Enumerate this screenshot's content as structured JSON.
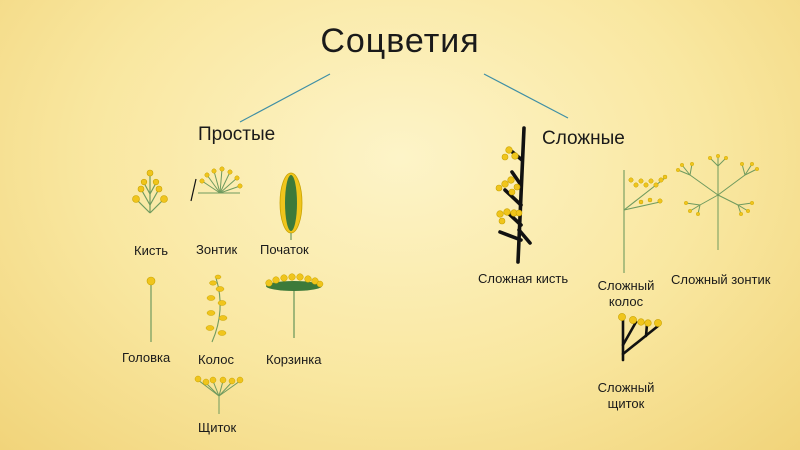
{
  "title": "Соцветия",
  "groups": {
    "simple": {
      "label": "Простые",
      "items": [
        "Кисть",
        "Зонтик",
        "Початок",
        "Головка",
        "Колос",
        "Корзинка",
        "Щиток"
      ]
    },
    "complex": {
      "label": "Сложные",
      "items": [
        "Сложная кисть",
        "Сложный колос",
        "Сложный зонтик",
        "Сложный щиток"
      ]
    }
  },
  "colors": {
    "stem": "#6f9a5e",
    "flower": "#f0c51c",
    "flower_edge": "#c9a300",
    "dark_stem": "#111111",
    "cob": "#3d7a3a",
    "connector": "#3f8fa5"
  }
}
